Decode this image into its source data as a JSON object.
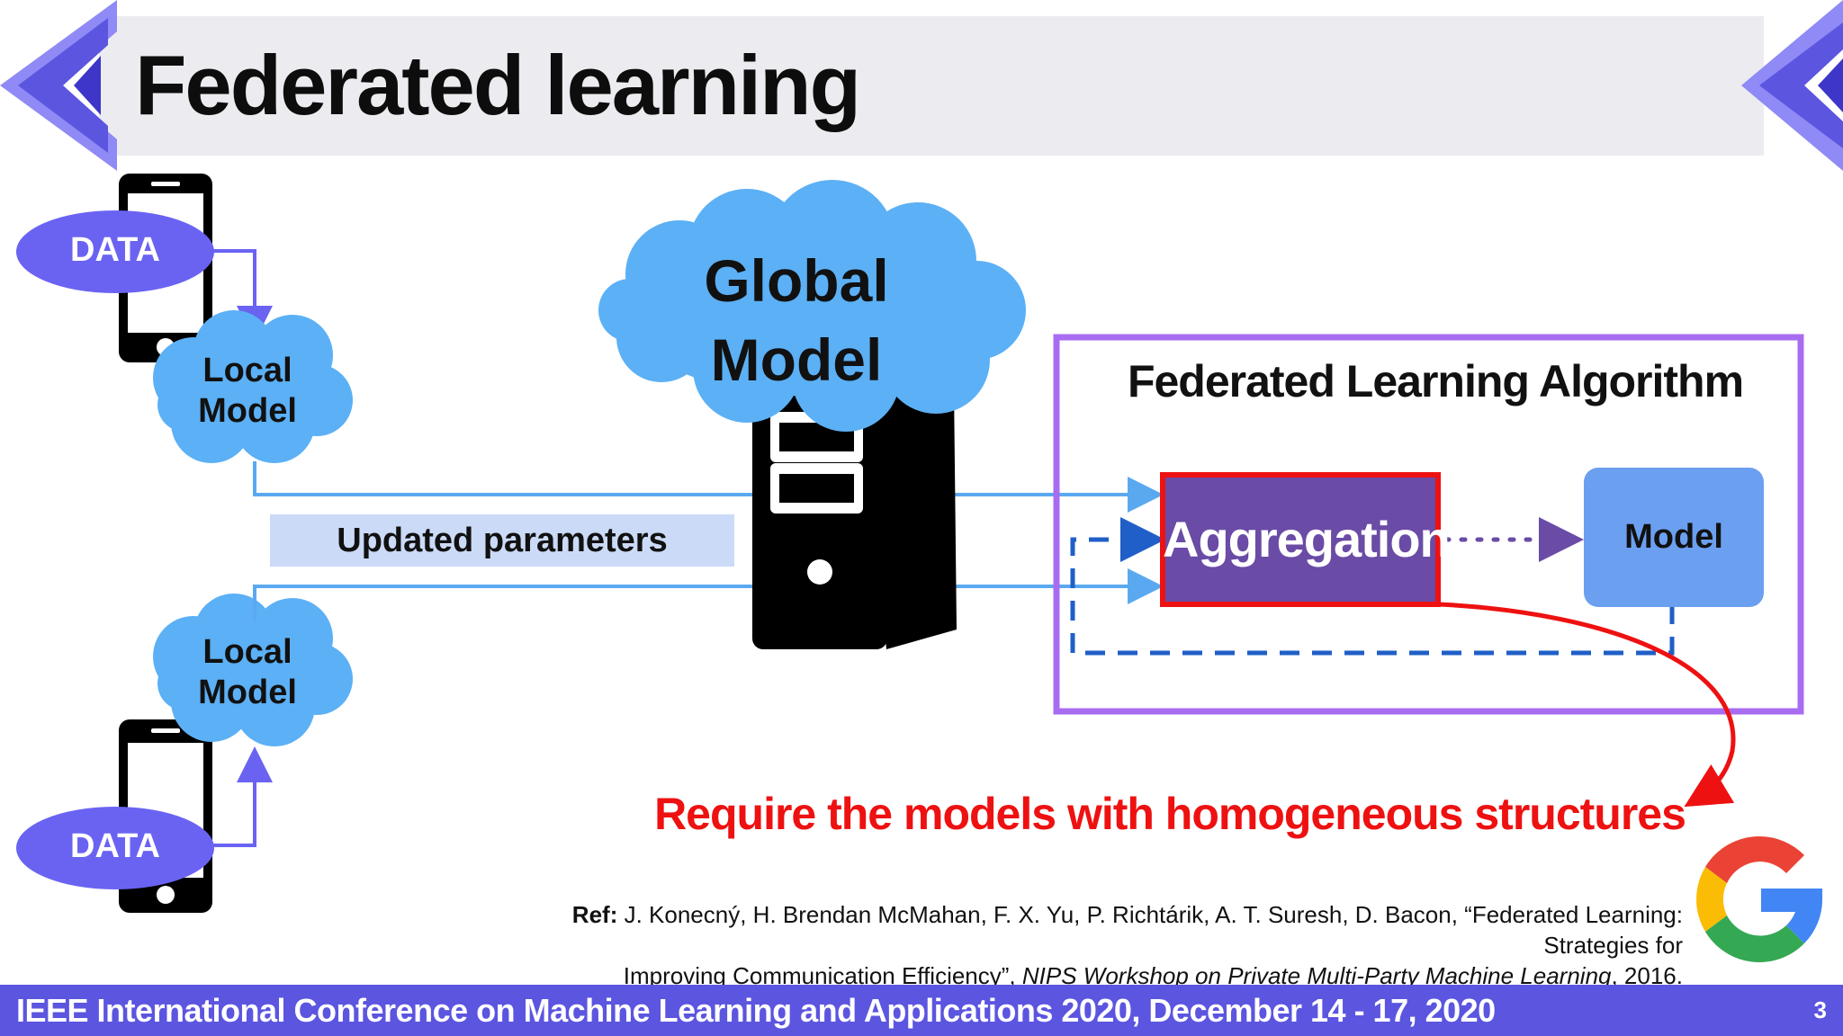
{
  "slide": {
    "title": "Federated learning",
    "page_number": "3"
  },
  "clients": {
    "top": {
      "data_label": "DATA",
      "local_model_line1": "Local",
      "local_model_line2": "Model"
    },
    "bottom": {
      "data_label": "DATA",
      "local_model_line1": "Local",
      "local_model_line2": "Model"
    }
  },
  "flow": {
    "updated_parameters_label": "Updated parameters"
  },
  "server": {
    "global_model_line1": "Global",
    "global_model_line2": "Model"
  },
  "algorithm": {
    "title": "Federated Learning Algorithm",
    "aggregation_label": "Aggregation",
    "model_label": "Model"
  },
  "callout": {
    "requirement": "Require the models with homogeneous structures"
  },
  "reference": {
    "prefix": "Ref:",
    "line1": "J. Konecný, H. Brendan McMahan, F. X. Yu, P. Richtárik, A. T. Suresh, D. Bacon, “Federated Learning: Strategies for",
    "line2_main": "Improving Communication Efficiency”, ",
    "line2_venue": "NIPS Workshop on Private Multi-Party Machine Learning",
    "line2_end": ", 2016."
  },
  "footer": {
    "conference": "IEEE International Conference on Machine Learning and Applications 2020, December 14 - 17, 2020"
  },
  "colors": {
    "accent_purple": "#5b55e0",
    "data_ellipse": "#6a63f2",
    "cloud_blue": "#5cb0f5",
    "arrow_blue": "#5aa9f0",
    "arrow_purple": "#6a63f2",
    "aggregation_fill": "#6a4ba6",
    "aggregation_border": "#ee1111",
    "model_box": "#6b9ff0",
    "algo_border": "#a86cf0",
    "dashed_blue": "#1f5fc7",
    "requirement_red": "#ee1111"
  },
  "icons": {
    "nav_left": "chevron-left-icon",
    "nav_right": "chevron-left-icon",
    "phones": "smartphone-icon",
    "server": "server-tower-icon",
    "brand": "google-g-logo"
  }
}
